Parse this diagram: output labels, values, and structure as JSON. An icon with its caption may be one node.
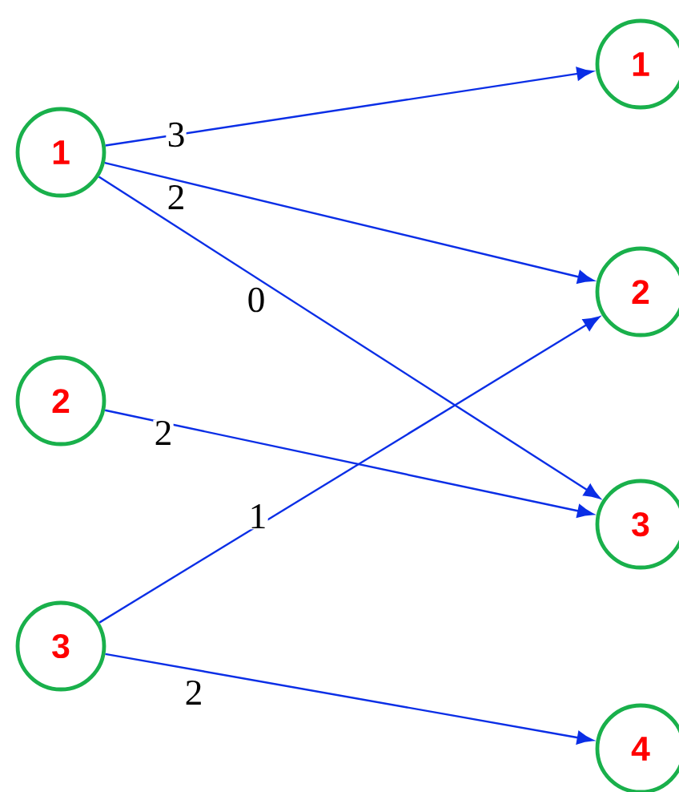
{
  "diagram": {
    "nodes": [
      {
        "text": [
          "1"
        ]
      },
      {
        "text": [
          "2"
        ]
      },
      {
        "text": [
          "3"
        ]
      },
      {
        "text": [
          "1"
        ]
      },
      {
        "text": [
          "2"
        ]
      },
      {
        "text": [
          "3"
        ]
      },
      {
        "text": [
          "4"
        ]
      }
    ],
    "edges": [
      {
        "from": 0,
        "to": 3,
        "arrow": "to",
        "label": "3"
      },
      {
        "from": 0,
        "to": 4,
        "arrow": "to",
        "label": "2"
      },
      {
        "from": 0,
        "to": 5,
        "arrow": "to",
        "label": "0"
      },
      {
        "from": 1,
        "to": 5,
        "arrow": "to",
        "label": "2"
      },
      {
        "from": 2,
        "to": 4,
        "arrow": "to",
        "label": "1"
      },
      {
        "from": 2,
        "to": 6,
        "arrow": "to",
        "label": "2"
      }
    ]
  }
}
